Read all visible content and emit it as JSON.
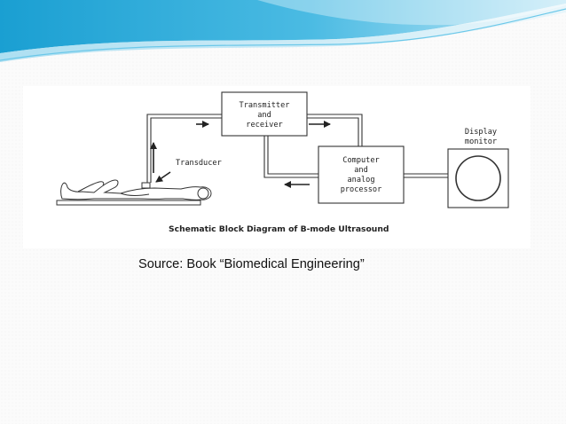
{
  "slide": {
    "source": "Source: Book “Biomedical Engineering”"
  },
  "diagram": {
    "caption": "Schematic Block Diagram of B-mode Ultrasound",
    "transmitter_lines": [
      "Transmitter",
      "and",
      "receiver"
    ],
    "computer_lines": [
      "Computer",
      "and",
      "analog",
      "processor"
    ],
    "display_lines": [
      "Display",
      "monitor"
    ],
    "transducer": "Transducer"
  },
  "colors": {
    "swoosh_dark": "#2aa6d6",
    "swoosh_light": "#8fd3ee",
    "line": "#333333"
  }
}
